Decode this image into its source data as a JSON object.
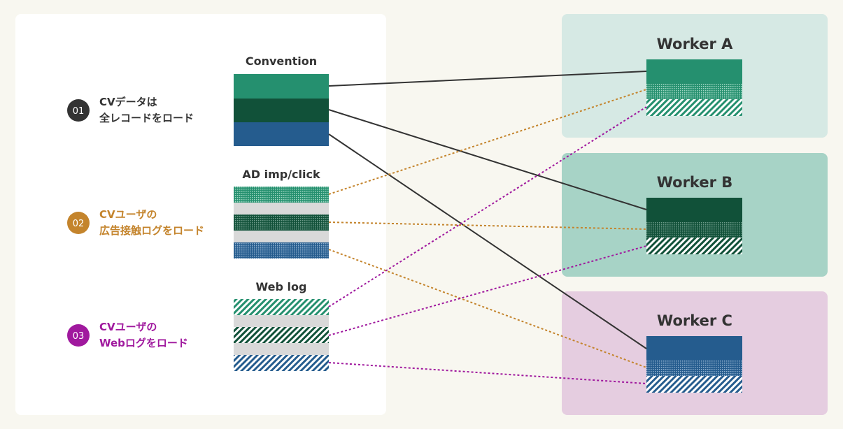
{
  "steps": [
    {
      "number": "01",
      "line1": "CVデータは",
      "line2": "全レコードをロード",
      "color": "#333333"
    },
    {
      "number": "02",
      "line1": "CVユーザの",
      "line2": "広告接触ログをロード",
      "color": "#c4842c"
    },
    {
      "number": "03",
      "line1": "CVユーザの",
      "line2": "Webログをロード",
      "color": "#a0199e"
    }
  ],
  "tables": {
    "convention": "Convention",
    "ad": "AD imp/click",
    "web": "Web log"
  },
  "workers": [
    {
      "label": "Worker A",
      "bg": "#d6e9e4"
    },
    {
      "label": "Worker B",
      "bg": "#a7d3c6"
    },
    {
      "label": "Worker C",
      "bg": "#e5cde0"
    }
  ],
  "colors": {
    "worker_a": "#25906f",
    "worker_b": "#115139",
    "worker_c": "#255c8e",
    "line_convention": "#333333",
    "line_ad": "#c4842c",
    "line_web": "#a0199e"
  }
}
